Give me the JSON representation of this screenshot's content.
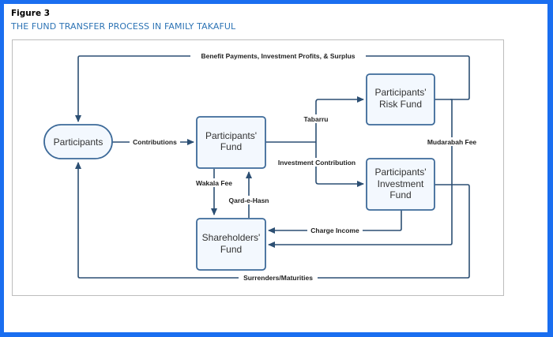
{
  "figure": {
    "label": "Figure 3",
    "title": "THE FUND TRANSFER PROCESS IN FAMILY TAKAFUL"
  },
  "colors": {
    "background_frame": "#1a6ef0",
    "title": "#2e74b5",
    "node_fill": "#f3f8fe",
    "node_stroke": "#3d6a99",
    "edge": "#2c4f73"
  },
  "nodes": {
    "participants": "Participants",
    "participants_fund": [
      "Participants'",
      "Fund"
    ],
    "risk_fund": [
      "Participants'",
      "Risk Fund"
    ],
    "investment_fund": [
      "Participants'",
      "Investment",
      "Fund"
    ],
    "shareholders_fund": [
      "Shareholders'",
      "Fund"
    ]
  },
  "edges": {
    "benefit": "Benefit Payments, Investment Profits, & Surplus",
    "contributions": "Contributions",
    "tabarru": "Tabarru",
    "investment_contribution": "Investment Contribution",
    "mudarabah_fee": "Mudarabah Fee",
    "wakala_fee": "Wakala Fee",
    "qard_e_hasn": "Qard-e-Hasn",
    "charge_income": "Charge Income",
    "surrenders": "Surrenders/Maturities"
  }
}
